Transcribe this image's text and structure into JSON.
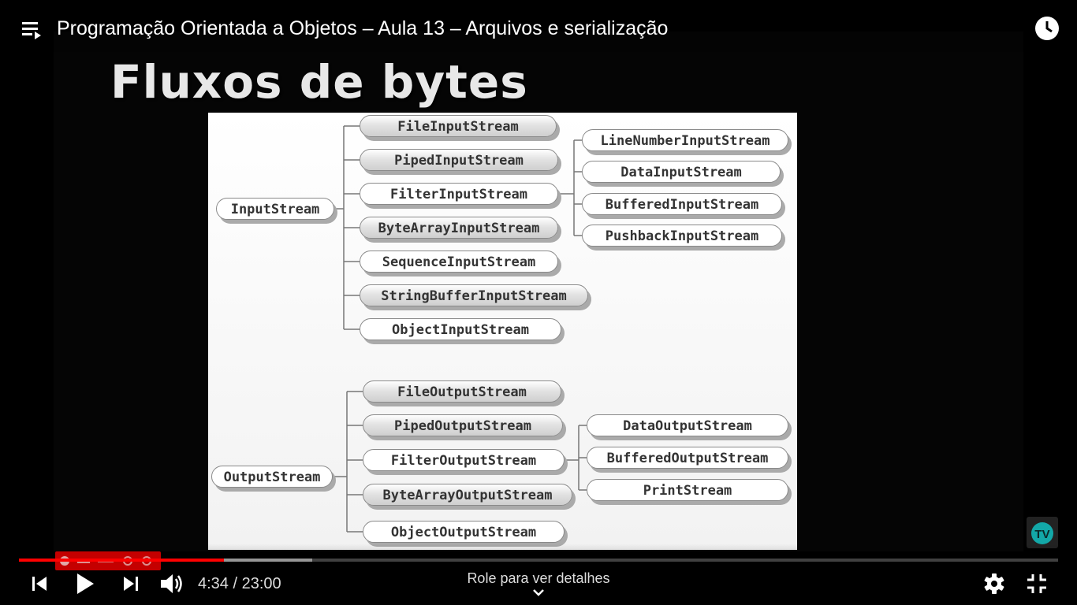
{
  "player": {
    "title": "Programação Orientada a Objetos – Aula 13 – Arquivos e serialização",
    "time_current": "4:34",
    "time_total": "23:00",
    "time_display": "4:34 / 23:00",
    "played_fraction": 0.197,
    "buffered_fraction": 0.282,
    "scroll_hint": "Role para ver detalhes",
    "icons": {
      "playlist": "playlist-icon",
      "watch_later": "clock-icon",
      "previous": "skip-previous-icon",
      "play": "play-icon",
      "next": "skip-next-icon",
      "volume": "volume-icon",
      "settings": "gear-icon",
      "fullscreen_exit": "exit-fullscreen-icon"
    },
    "colors": {
      "progress": "#ff0000",
      "background": "#000000"
    }
  },
  "slide": {
    "title": "Fluxos de bytes",
    "input_root": "InputStream",
    "input_children": [
      "FileInputStream",
      "PipedInputStream",
      "FilterInputStream",
      "ByteArrayInputStream",
      "SequenceInputStream",
      "StringBufferInputStream",
      "ObjectInputStream"
    ],
    "filter_input_children": [
      "LineNumberInputStream",
      "DataInputStream",
      "BufferedInputStream",
      "PushbackInputStream"
    ],
    "output_root": "OutputStream",
    "output_children": [
      "FileOutputStream",
      "PipedOutputStream",
      "FilterOutputStream",
      "ByteArrayOutputStream",
      "ObjectOutputStream"
    ],
    "filter_output_children": [
      "DataOutputStream",
      "BufferedOutputStream",
      "PrintStream"
    ]
  }
}
